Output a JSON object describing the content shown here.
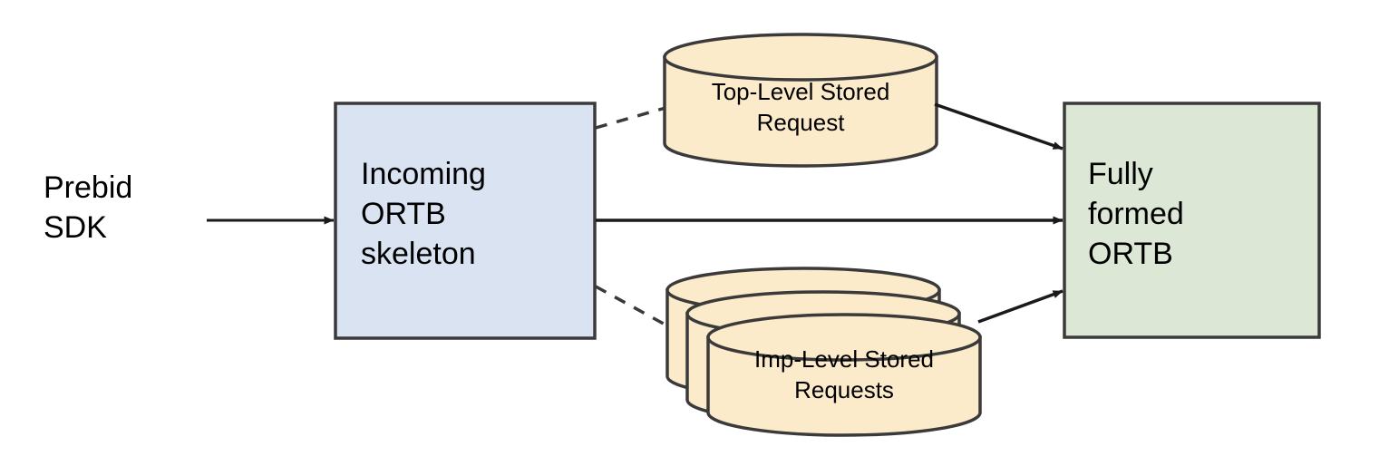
{
  "diagram": {
    "title": "Prebid SDK ORTB stored request merge flow",
    "colors": {
      "blue_fill": "#d9e3f2",
      "blue_stroke": "#3a3a3a",
      "green_fill": "#dde7d5",
      "green_stroke": "#3a3a3a",
      "cylinder_fill": "#fcebca",
      "cylinder_stroke": "#3a3a3a",
      "line": "#1a1a1a",
      "text": "#000000",
      "background": "#ffffff"
    },
    "nodes": {
      "source": {
        "id": "prebid-sdk",
        "label": "Prebid\nSDK",
        "shape": "text"
      },
      "incoming": {
        "id": "incoming-ortb-skeleton",
        "label": "Incoming\nORTB\nskeleton",
        "shape": "rectangle",
        "fill": "#d9e3f2"
      },
      "top_level_store": {
        "id": "top-level-stored-request",
        "label": "Top-Level Stored\nRequest",
        "shape": "cylinder",
        "fill": "#fcebca",
        "count": 1
      },
      "imp_level_store": {
        "id": "imp-level-stored-requests",
        "label": "Imp-Level Stored\nRequests",
        "shape": "cylinder-stack",
        "fill": "#fcebca",
        "count": 3
      },
      "output": {
        "id": "fully-formed-ortb",
        "label": "Fully\nformed\nORTB",
        "shape": "rectangle",
        "fill": "#dde7d5"
      }
    },
    "edges": [
      {
        "id": "edge-sdk-to-incoming",
        "from": "prebid-sdk",
        "to": "incoming-ortb-skeleton",
        "style": "solid",
        "arrow": "end",
        "label": ""
      },
      {
        "id": "edge-incoming-to-top-level",
        "from": "incoming-ortb-skeleton",
        "to": "top-level-stored-request",
        "style": "dashed",
        "arrow": "none",
        "label": ""
      },
      {
        "id": "edge-top-level-to-output",
        "from": "top-level-stored-request",
        "to": "fully-formed-ortb",
        "style": "solid",
        "arrow": "end",
        "label": ""
      },
      {
        "id": "edge-incoming-to-output",
        "from": "incoming-ortb-skeleton",
        "to": "fully-formed-ortb",
        "style": "solid",
        "arrow": "end",
        "label": ""
      },
      {
        "id": "edge-incoming-to-imp-level",
        "from": "incoming-ortb-skeleton",
        "to": "imp-level-stored-requests",
        "style": "dashed",
        "arrow": "none",
        "label": ""
      },
      {
        "id": "edge-imp-level-to-output",
        "from": "imp-level-stored-requests",
        "to": "fully-formed-ortb",
        "style": "solid",
        "arrow": "end",
        "label": ""
      }
    ]
  }
}
